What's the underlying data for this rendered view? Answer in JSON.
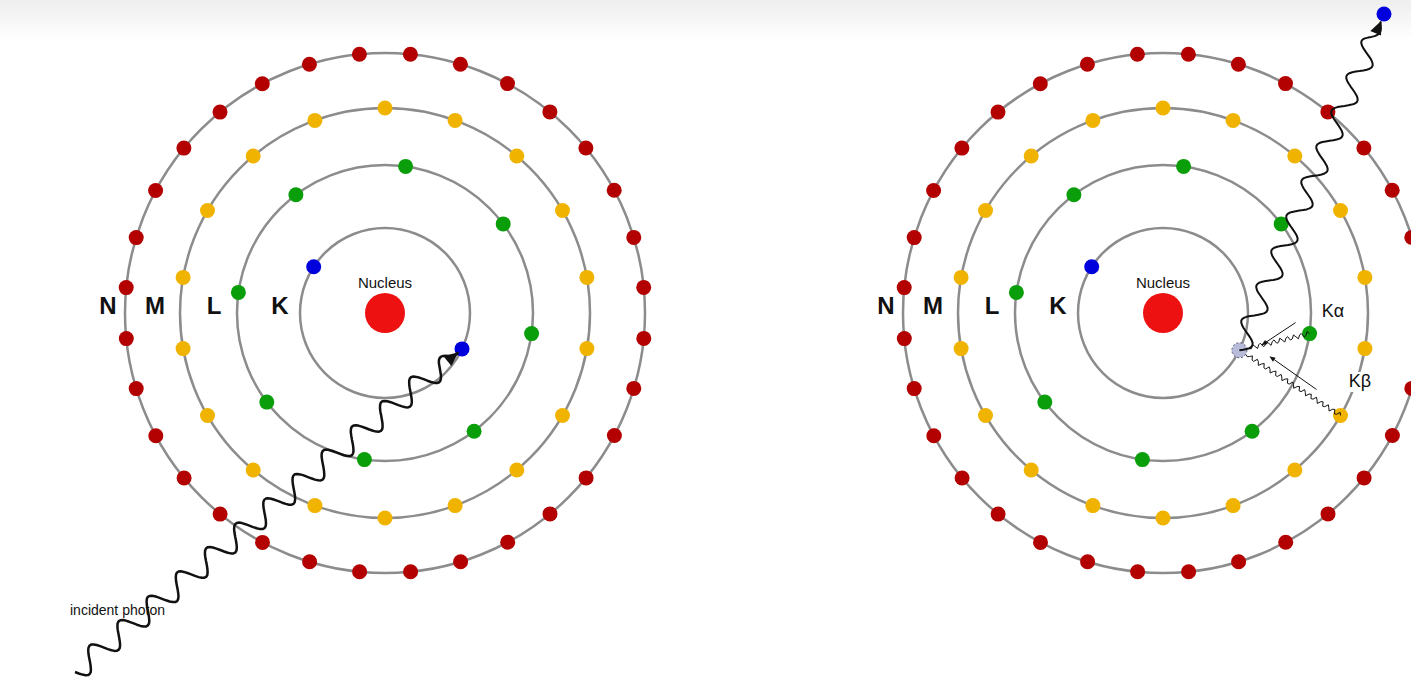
{
  "diagram": {
    "labels": [
      "N",
      "M",
      "L",
      "K",
      "Nucleus",
      "incident photon",
      "N",
      "M",
      "L",
      "K",
      "Nucleus",
      "Kα",
      "Kβ"
    ]
  }
}
